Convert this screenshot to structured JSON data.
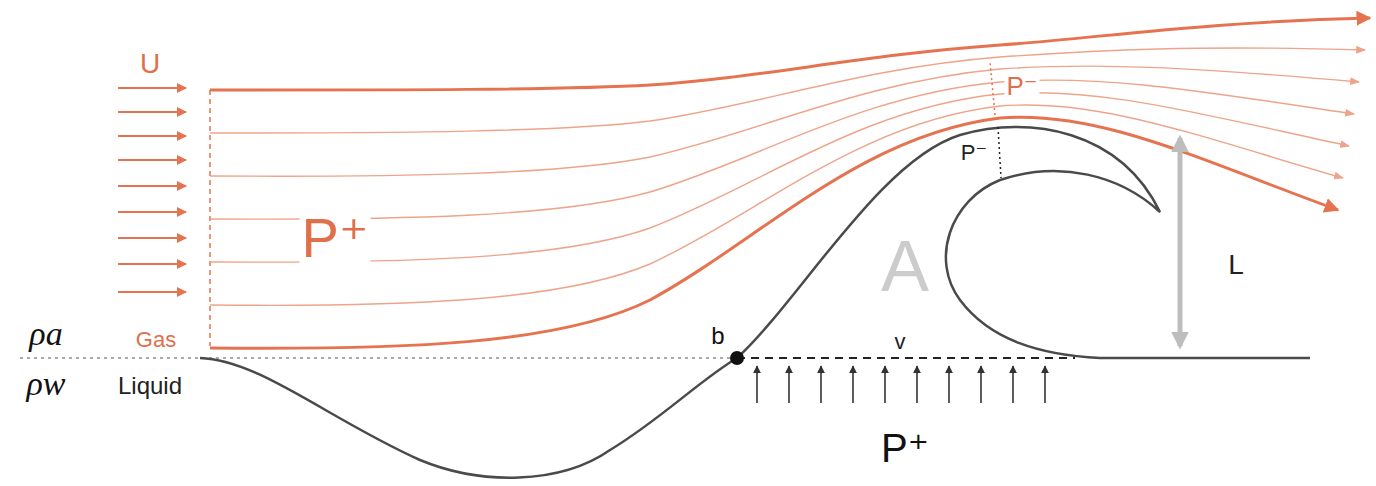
{
  "diagram": {
    "labels": [
      "U",
      "P⁻",
      "P⁻",
      "P⁺",
      "A",
      "L",
      "ρa",
      "Gas",
      "b",
      "v",
      "ρw",
      "Liquid",
      "P⁺"
    ]
  }
}
